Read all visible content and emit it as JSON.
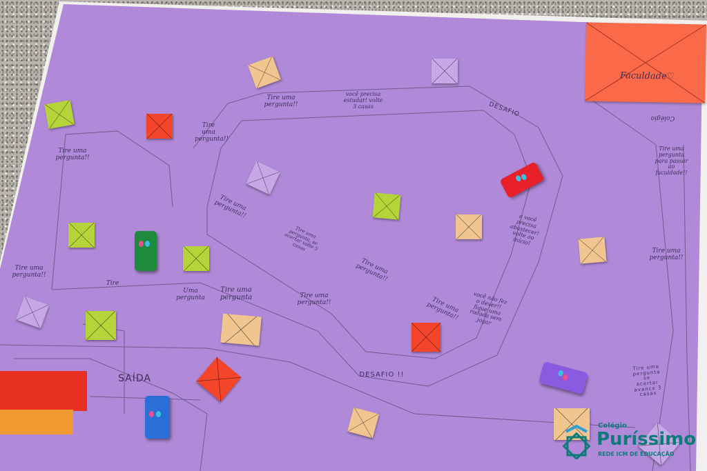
{
  "board": {
    "finish_label": "Faculdade♡",
    "start_label": "SAÍDA",
    "spaces": [
      "Tire uma pergunta!!",
      "você precisa estudar! volte 3 casas",
      "DESAFIO",
      "Tire uma pergunta!!",
      "Tire uma pergunta!!",
      "Tire uma pergunta!!",
      "Tire uma pergunta para passar ao faculdade!!",
      "Tire uma pergunta!!",
      "a você precisa abastecer! volte ao início!",
      "Tire uma pergunta!!",
      "Tire uma pergunta!!",
      "Tire uma pergunta, se acertar volte 5 casas",
      "Tire uma pergunta!!",
      "você não fez o dever!! fique uma rodada sem jogar",
      "Tire uma pergunta!!",
      "Uma pergunta",
      "Tire uma pergunta",
      "Tire uma pergunta!!",
      "DESAFIO !!",
      "Tire uma pergunta se acertar avance 3 casas",
      "Tire",
      "Colégio"
    ]
  },
  "logo": {
    "small": "Colégio",
    "name": "Puríssimo",
    "tagline": "REDE ICM DE EDUCAÇÃO",
    "color": "#0f7a7a"
  },
  "colors": {
    "board": "#b08ad8",
    "card_tan": "#f0c590",
    "card_lime": "#b6d43a",
    "card_red": "#f4442a",
    "card_lilac": "#c6a8e6"
  }
}
